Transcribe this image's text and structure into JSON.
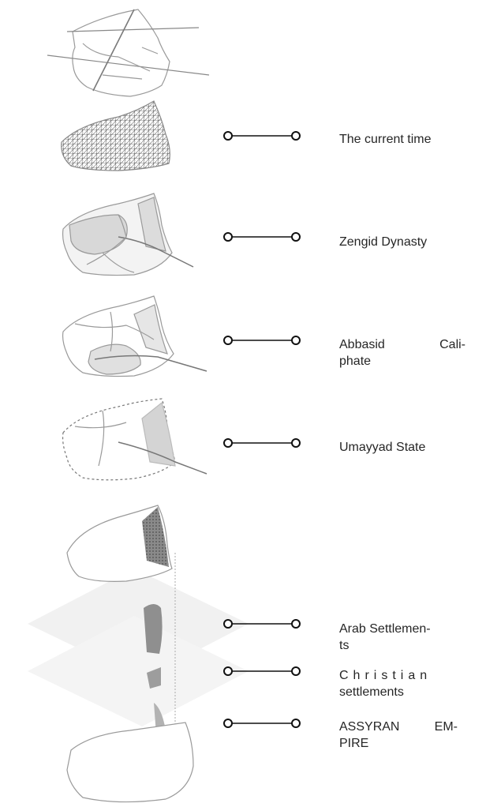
{
  "timeline": [
    {
      "id": "current",
      "label": "The current time"
    },
    {
      "id": "zengid",
      "label": "Zengid Dynasty"
    },
    {
      "id": "abbasid",
      "label_line1": "Abbasid Cali-",
      "label_line2": "phate"
    },
    {
      "id": "umayyad",
      "label": "Umayyad State"
    },
    {
      "id": "arab",
      "label_line1": "Arab Settlemen-",
      "label_line2": "ts"
    },
    {
      "id": "christian",
      "label_line1": "Christian",
      "label_line2": "settlements"
    },
    {
      "id": "assyrian",
      "label_line1": "ASSYRAN EM-",
      "label_line2": "PIRE"
    }
  ],
  "colors": {
    "outline": "#9a9a9a",
    "road": "#8c8c8c",
    "light_fill": "#e6e6e6",
    "mid_fill": "#d2d2d2",
    "dark_fill": "#6e6e6e",
    "layer_fill": "#f1f1f1",
    "connector": "#111111"
  }
}
